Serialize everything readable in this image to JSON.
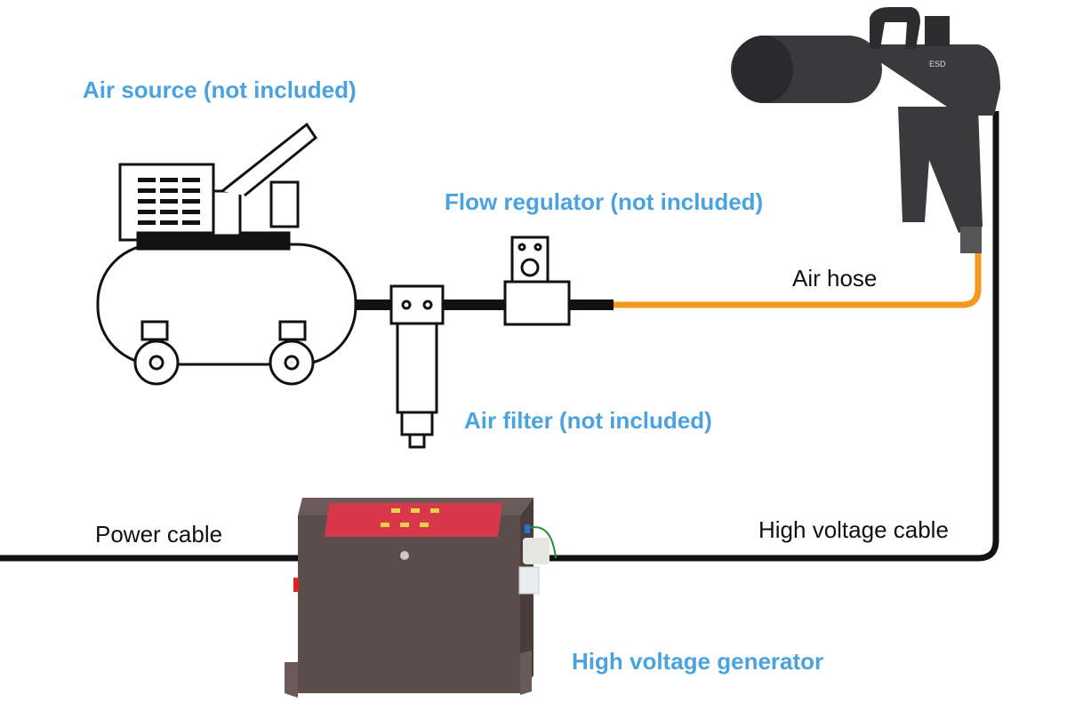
{
  "labels": {
    "air_source": "Air source (not included)",
    "flow_regulator": "Flow regulator (not included)",
    "air_hose": "Air hose",
    "air_filter": "Air filter (not included)",
    "power_cable": "Power cable",
    "high_voltage_cable": "High voltage cable",
    "high_voltage_generator": "High voltage generator"
  },
  "colors": {
    "label_blue": "#4aa3df",
    "hose_orange": "#f39a1e",
    "cable_black": "#111111",
    "generator_body": "#5b4d4b",
    "generator_panel": "#d8394a"
  }
}
